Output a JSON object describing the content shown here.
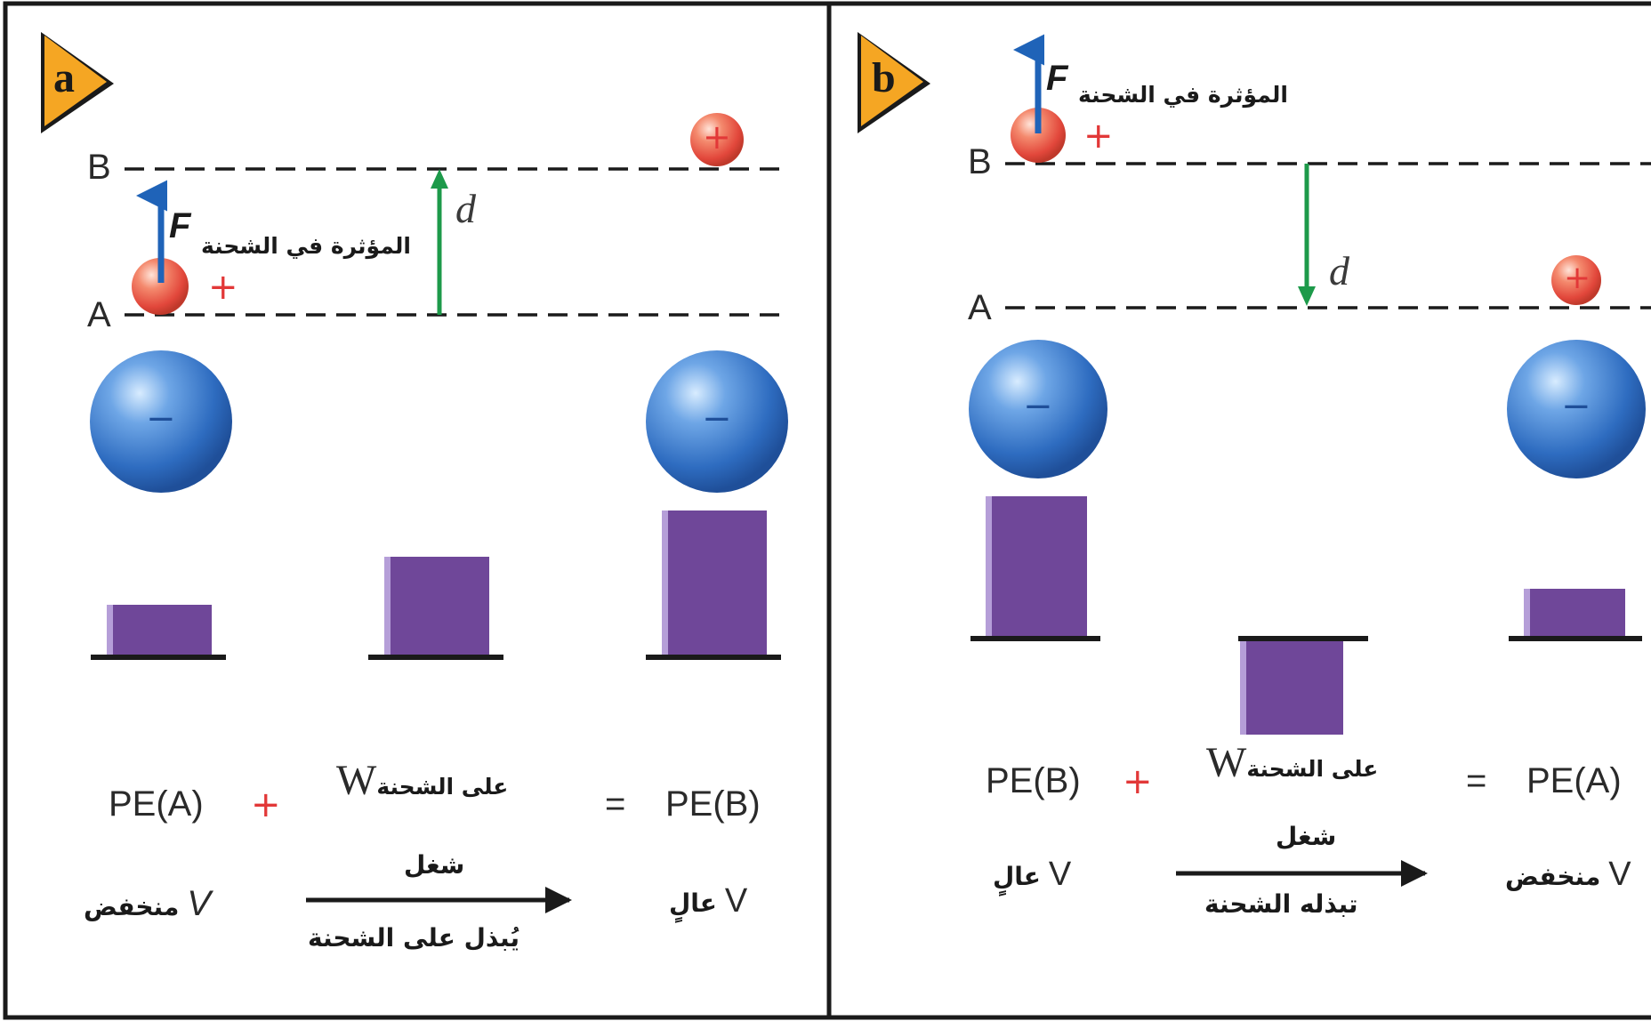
{
  "panels": [
    {
      "label": "a",
      "line_top": "B",
      "line_bottom": "A",
      "distance_label": "d",
      "force_symbol": "F",
      "force_text": "المؤثرة في الشحنة",
      "positive_sign": "+",
      "negative_sign": "−",
      "potential_energy_levels": [
        "low",
        "medium",
        "high"
      ],
      "equation": {
        "term1": "PE(A)",
        "plus": "+",
        "w": "W",
        "w_sub": "على الشحنة",
        "equals": "=",
        "term2": "PE(B)"
      },
      "arrow_top": "شغل",
      "arrow_bottom": "يُبذل على الشحنة",
      "left_voltage_v": "V",
      "left_voltage_text": "منخفض",
      "right_voltage_v": "V",
      "right_voltage_text": "عالٍ"
    },
    {
      "label": "b",
      "line_top": "B",
      "line_bottom": "A",
      "distance_label": "d",
      "force_symbol": "F",
      "force_text": "المؤثرة في الشحنة",
      "positive_sign": "+",
      "negative_sign": "−",
      "potential_energy_levels": [
        "high",
        "negative",
        "low"
      ],
      "equation": {
        "term1": "PE(B)",
        "plus": "+",
        "w": "W",
        "w_sub": "على الشحنة",
        "equals": "=",
        "term2": "PE(A)"
      },
      "arrow_top": "شغل",
      "arrow_bottom": "تبذله الشحنة",
      "left_voltage_v": "V",
      "left_voltage_text": "عالٍ",
      "right_voltage_v": "V",
      "right_voltage_text": "منخفض"
    }
  ],
  "colors": {
    "bar": "#6f4799",
    "bar_highlight": "#b59ed8",
    "force_arrow": "#1f63b8",
    "distance_arrow": "#1d9a4a",
    "positive_charge": "#e8554a",
    "negative_sphere": "#3c7fd0",
    "badge": "#f5a623"
  }
}
